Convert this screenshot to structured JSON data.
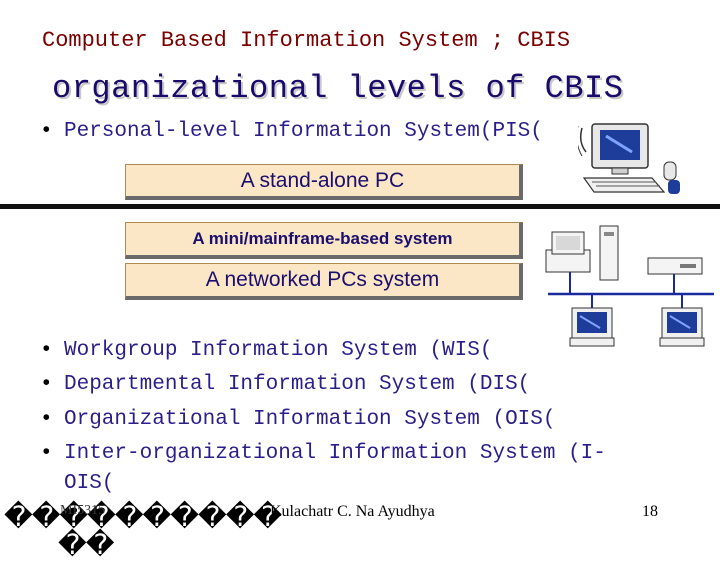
{
  "slide": {
    "header": "Computer Based Information System ; CBIS",
    "subtitle": "organizational levels of CBIS",
    "bullet_top": "Personal-level Information System(PIS(",
    "box_standalone": "A stand-alone PC",
    "box_mainframe": "A mini/mainframe-based system",
    "box_networked": "A networked PCs system",
    "bullets": [
      "Workgroup Information System (WIS(",
      "Departmental Information System (DIS(",
      "Organizational Information System (OIS(",
      "Inter-organizational Information System (I-",
      "OIS("
    ],
    "bullet_char": "•",
    "footer": {
      "left_garbled": "����������",
      "left_garbled2": "��",
      "course_code": "MI5315",
      "author": "Kulachatr C. Na Ayudhya",
      "page": "18"
    },
    "icons": [
      "personal-computer-icon",
      "network-diagram-icon"
    ],
    "colors": {
      "header": "#7a0000",
      "subtitle": "#1a0a6b",
      "bullet_text": "#2a1f8a",
      "box_fill": "#fbe6c5",
      "divider": "#111111"
    }
  }
}
